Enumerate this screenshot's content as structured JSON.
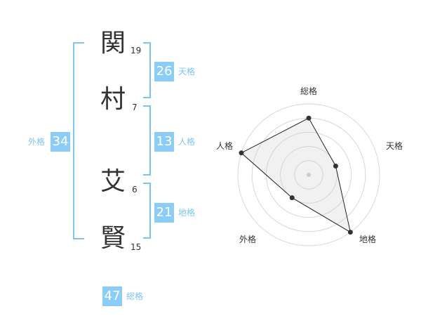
{
  "name": {
    "chars": [
      {
        "char": "関",
        "strokes": "19"
      },
      {
        "char": "村",
        "strokes": "7"
      },
      {
        "char": "艾",
        "strokes": "6"
      },
      {
        "char": "賢",
        "strokes": "15"
      }
    ]
  },
  "grids": {
    "tenkaku": {
      "value": "26",
      "label": "天格"
    },
    "jinkaku": {
      "value": "13",
      "label": "人格"
    },
    "chikaku": {
      "value": "21",
      "label": "地格"
    },
    "gaikaku": {
      "value": "34",
      "label": "外格"
    },
    "soukaku": {
      "value": "47",
      "label": "総格"
    }
  },
  "colors": {
    "accent": "#8ccdf7",
    "accent_text": "#7fc4ef",
    "text": "#333333"
  },
  "chart_data": {
    "type": "radar",
    "axes": [
      "総格",
      "天格",
      "地格",
      "外格",
      "人格"
    ],
    "max": 5,
    "rings": 5,
    "values": [
      4,
      2,
      5,
      2,
      5
    ]
  }
}
